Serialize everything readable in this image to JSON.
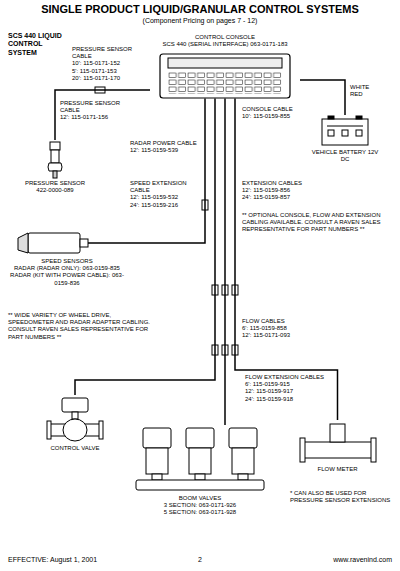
{
  "diagram": {
    "title": "SINGLE PRODUCT LIQUID/GRANULAR CONTROL SYSTEMS",
    "nodes": [
      {
        "text": [
          "CONTROL CONSOLE",
          "SCS 440 (SERIAL INTERFACE) 063-0171-183"
        ]
      },
      {
        "text": [
          "PRESSURE SENSOR",
          "422-0000-089"
        ]
      },
      {
        "text": [
          "VEHICLE BATTERY 12V DC"
        ]
      },
      {
        "text": [
          "SPEED SENSORS",
          "RADAR (RADAR ONLY): 063-0159-835",
          "RADAR (KIT WITH POWER CABLE): 063-0159-836"
        ]
      },
      {
        "text": [
          "CONTROL VALVE"
        ]
      },
      {
        "text": [
          "BOOM VALVES",
          "3 SECTION: 063-0171-926",
          "5 SECTION: 063-0171-928"
        ]
      },
      {
        "text": [
          "FLOW METER"
        ]
      }
    ],
    "edges": [
      {
        "from": 0,
        "to": 1,
        "arrow": "none"
      },
      {
        "from": 0,
        "to": 2,
        "arrow": "none"
      },
      {
        "from": 0,
        "to": 3,
        "arrow": "none"
      },
      {
        "from": 0,
        "to": 4,
        "arrow": "none"
      },
      {
        "from": 0,
        "to": 5,
        "arrow": "none"
      },
      {
        "from": 0,
        "to": 6,
        "arrow": "none"
      }
    ],
    "labels": [
      "(Component Pricing on pages 7 - 12)",
      "SCS 440 LIQUID CONTROL SYSTEM",
      "PRESSURE SENSOR CABLE",
      "10': 115-0171-152",
      "5': 115-0171-153",
      "20': 115-0171-170",
      "PRESSURE SENSOR CABLE",
      "12': 115-0171-156",
      "RADAR POWER CABLE",
      "12': 115-0159-539",
      "CONSOLE CABLE",
      "10': 115-0159-855",
      "WHITE",
      "RED",
      "SPEED EXTENSION CABLE",
      "12': 115-0159-532",
      "24': 115-0159-216",
      "EXTENSION CABLES",
      "12': 115-0159-856",
      "24': 115-0159-857",
      "** OPTIONAL CONSOLE, FLOW AND EXTENSION CABLING AVAILABLE. CONSULT A RAVEN SALES REPRESENTATIVE FOR PART NUMBERS **",
      "** WIDE VARIETY OF WHEEL DRIVE, SPEEDOMETER AND RADAR ADAPTER CABLING. CONSULT RAVEN SALES REPRESENTATIVE FOR PART NUMBERS **",
      "FLOW CABLES",
      "6': 115-0159-858",
      "12': 115-0171-093",
      "FLOW EXTENSION CABLES",
      "6': 115-0159-915",
      "12': 115-0159-917",
      "24': 115-0159-918",
      "* CAN ALSO BE USED FOR PRESSURE SENSOR EXTENSIONS",
      "EFFECTIVE: August 1, 2001",
      "2",
      "www.ravenind.com"
    ]
  }
}
